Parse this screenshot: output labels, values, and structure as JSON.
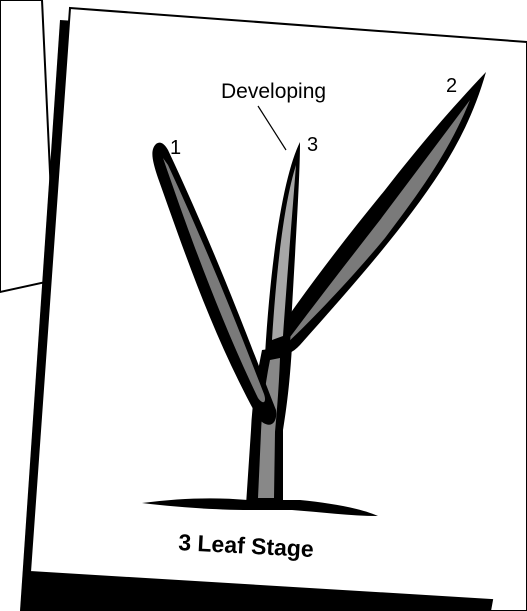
{
  "illustration": {
    "labels": {
      "leaf_1": "1",
      "leaf_2": "2",
      "leaf_3": "3",
      "developing": "Developing"
    },
    "caption": "3 Leaf Stage"
  },
  "colors": {
    "outline": "#000000",
    "card": "#ffffff",
    "leaf_dark": "#7a7a7a",
    "leaf_light": "#a6a6a6",
    "stem": "#888888"
  }
}
